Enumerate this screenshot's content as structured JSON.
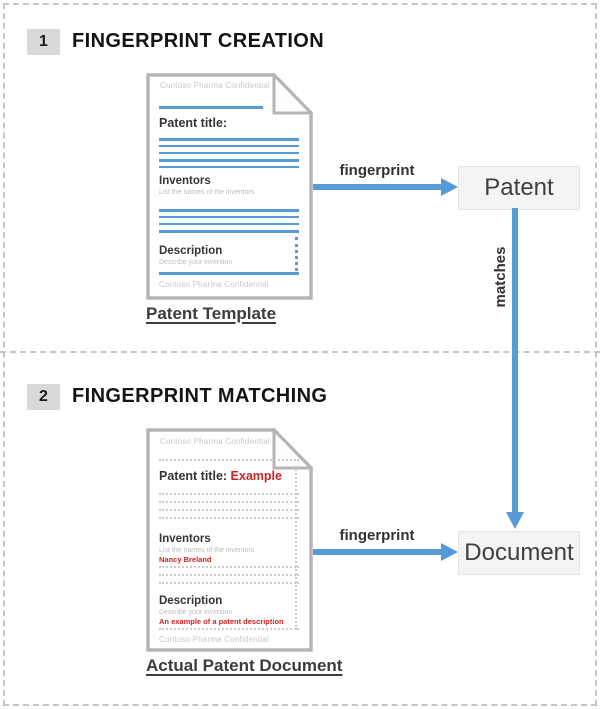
{
  "diagram": {
    "section1": {
      "badge": "1",
      "title": "FINGERPRINT CREATION",
      "arrow_label": "fingerprint",
      "node_label": "Patent",
      "doc_caption": "Patent Template"
    },
    "section2": {
      "badge": "2",
      "title": "FINGERPRINT MATCHING",
      "arrow_label": "fingerprint",
      "node_label": "Document",
      "doc_caption": "Actual Patent Document"
    },
    "connector_label": "matches",
    "template_doc": {
      "confidential_header": "Contoso Pharma Confidential",
      "patent_title_label": "Patent title:",
      "inventors_heading": "Inventors",
      "inventors_hint": "List the names of the inventors",
      "description_heading": "Description",
      "description_hint": "Describe your invention",
      "confidential_footer": "Contoso Pharma Confidential"
    },
    "actual_doc": {
      "confidential_header": "Contoso Pharma Confidential",
      "patent_title_label": "Patent title:",
      "patent_title_value": "Example",
      "inventors_heading": "Inventors",
      "inventors_hint": "List the names of the inventors",
      "inventors_value": "Nancy Breland",
      "description_heading": "Description",
      "description_hint": "Describe your invention",
      "description_value": "An example of a patent description",
      "confidential_footer": "Contoso Pharma Confidential"
    },
    "colors": {
      "accent_blue": "#569bd5",
      "highlight_red": "#cf2222",
      "node_bg": "#f4f4f4",
      "badge_bg": "#d9d9d9"
    }
  }
}
